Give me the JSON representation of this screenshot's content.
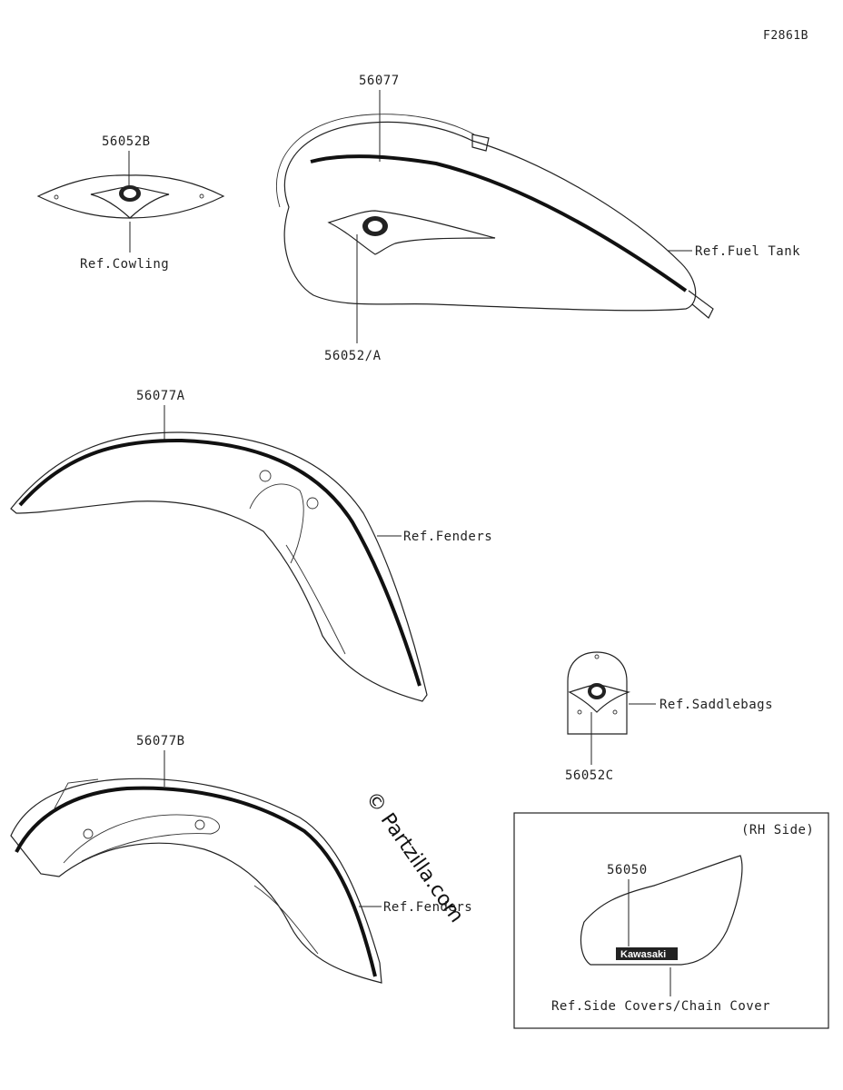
{
  "figure_code": "F2861B",
  "callouts": {
    "cowl_emblem_part": "56052B",
    "cowl_ref": "Ref.Cowling",
    "tank_stripe_part": "56077",
    "tank_ref": "Ref.Fuel Tank",
    "tank_emblem_part": "56052/A",
    "front_fender_part": "56077A",
    "front_fender_ref": "Ref.Fenders",
    "saddlebag_emblem_part": "56052C",
    "saddlebag_ref": "Ref.Saddlebags",
    "rear_fender_part": "56077B",
    "rear_fender_ref": "Ref.Fenders",
    "side_cover_part": "56050",
    "side_cover_ref": "Ref.Side Covers/Chain Cover",
    "inset_label": "(RH Side)",
    "side_cover_brand": "Kawasaki"
  },
  "watermark": "© Partzilla.com"
}
